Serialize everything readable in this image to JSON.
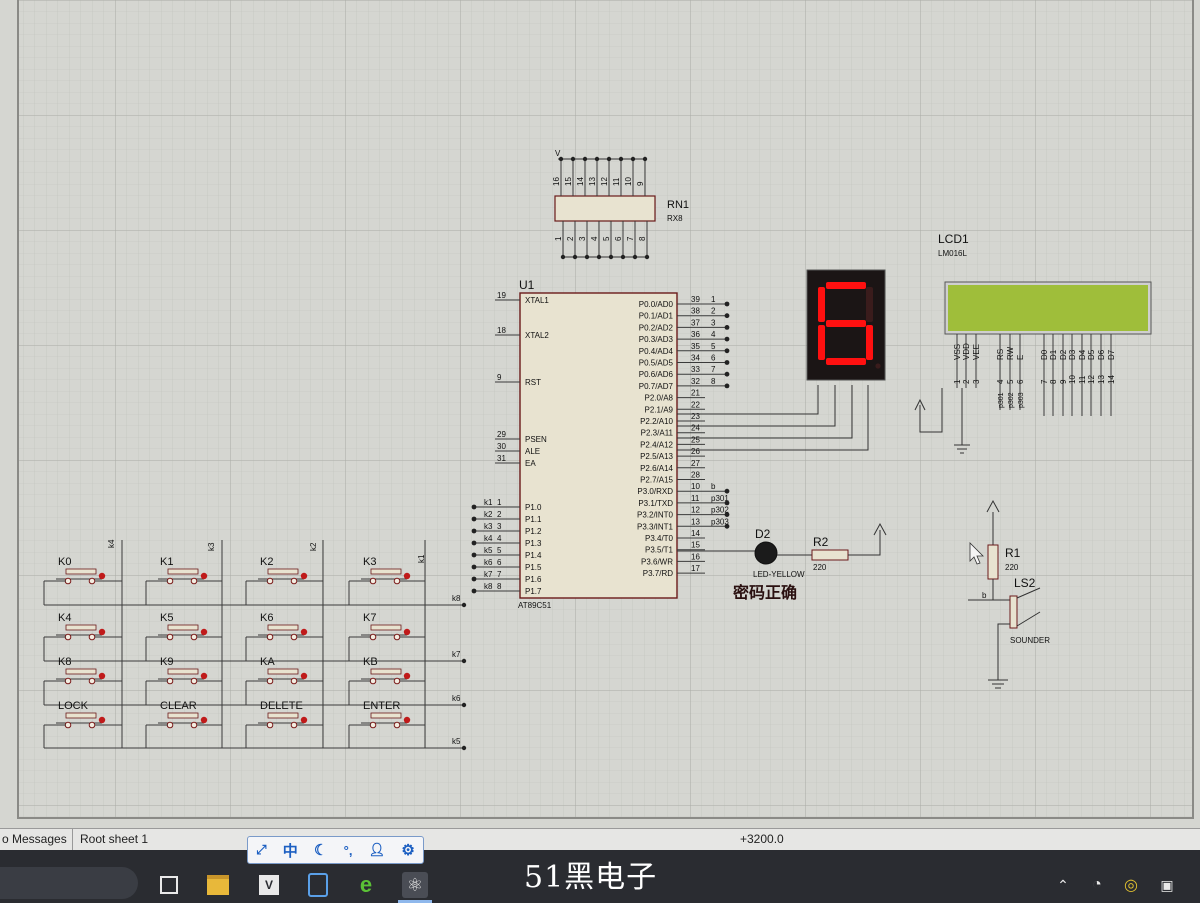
{
  "status_bar": {
    "messages_tab": "o Messages",
    "sheet_tab": "Root sheet 1",
    "coordinate": "+3200.0"
  },
  "ime_toolbar": {
    "mode_label": "中"
  },
  "watermark": "51黑电子",
  "schematic": {
    "mcu": {
      "ref": "U1",
      "part": "AT89C51",
      "left_pins": [
        {
          "num": "19",
          "name": "XTAL1"
        },
        {
          "num": "18",
          "name": "XTAL2"
        },
        {
          "num": "9",
          "name": "RST"
        },
        {
          "num": "29",
          "name": "PSEN"
        },
        {
          "num": "30",
          "name": "ALE"
        },
        {
          "num": "31",
          "name": "EA"
        },
        {
          "num": "1",
          "name": "P1.0",
          "net": "k1"
        },
        {
          "num": "2",
          "name": "P1.1",
          "net": "k2"
        },
        {
          "num": "3",
          "name": "P1.2",
          "net": "k3"
        },
        {
          "num": "4",
          "name": "P1.3",
          "net": "k4"
        },
        {
          "num": "5",
          "name": "P1.4",
          "net": "k5"
        },
        {
          "num": "6",
          "name": "P1.5",
          "net": "k6"
        },
        {
          "num": "7",
          "name": "P1.6",
          "net": "k7"
        },
        {
          "num": "8",
          "name": "P1.7",
          "net": "k8"
        }
      ],
      "right_pins": [
        {
          "num": "39",
          "name": "P0.0/AD0",
          "ext": "1"
        },
        {
          "num": "38",
          "name": "P0.1/AD1",
          "ext": "2"
        },
        {
          "num": "37",
          "name": "P0.2/AD2",
          "ext": "3"
        },
        {
          "num": "36",
          "name": "P0.3/AD3",
          "ext": "4"
        },
        {
          "num": "35",
          "name": "P0.4/AD4",
          "ext": "5"
        },
        {
          "num": "34",
          "name": "P0.5/AD5",
          "ext": "6"
        },
        {
          "num": "33",
          "name": "P0.6/AD6",
          "ext": "7"
        },
        {
          "num": "32",
          "name": "P0.7/AD7",
          "ext": "8"
        },
        {
          "num": "21",
          "name": "P2.0/A8"
        },
        {
          "num": "22",
          "name": "P2.1/A9"
        },
        {
          "num": "23",
          "name": "P2.2/A10"
        },
        {
          "num": "24",
          "name": "P2.3/A11"
        },
        {
          "num": "25",
          "name": "P2.4/A12"
        },
        {
          "num": "26",
          "name": "P2.5/A13"
        },
        {
          "num": "27",
          "name": "P2.6/A14"
        },
        {
          "num": "28",
          "name": "P2.7/A15"
        },
        {
          "num": "10",
          "name": "P3.0/RXD",
          "ext": "b"
        },
        {
          "num": "11",
          "name": "P3.1/TXD",
          "ext": "p301"
        },
        {
          "num": "12",
          "name": "P3.2/INT0",
          "ext": "p302"
        },
        {
          "num": "13",
          "name": "P3.3/INT1",
          "ext": "p303"
        },
        {
          "num": "14",
          "name": "P3.4/T0"
        },
        {
          "num": "15",
          "name": "P3.5/T1"
        },
        {
          "num": "16",
          "name": "P3.6/WR"
        },
        {
          "num": "17",
          "name": "P3.7/RD"
        }
      ]
    },
    "resistor_network": {
      "ref": "RN1",
      "part": "RX8",
      "supply": "V",
      "top_pins": [
        "16",
        "15",
        "14",
        "13",
        "12",
        "11",
        "10",
        "9"
      ],
      "bottom_pins": [
        "1",
        "2",
        "3",
        "4",
        "5",
        "6",
        "7",
        "8"
      ]
    },
    "seven_segment": {
      "digit": "6",
      "color": "#ff1010"
    },
    "lcd": {
      "ref": "LCD1",
      "part": "LM016L",
      "screen_color": "#9fbe3a",
      "pins": [
        "VSS",
        "VDD",
        "VEE",
        "RS",
        "RW",
        "E",
        "D0",
        "D1",
        "D2",
        "D3",
        "D4",
        "D5",
        "D6",
        "D7"
      ],
      "pin_numbers": [
        "1",
        "2",
        "3",
        "4",
        "5",
        "6",
        "7",
        "8",
        "9",
        "10",
        "11",
        "12",
        "13",
        "14"
      ],
      "nets": [
        "p301",
        "p302",
        "p303"
      ]
    },
    "led": {
      "ref": "D2",
      "part": "LED-YELLOW"
    },
    "r2": {
      "ref": "R2",
      "value": "220"
    },
    "r1": {
      "ref": "R1",
      "value": "220"
    },
    "sounder": {
      "ref": "LS2",
      "part": "SOUNDER",
      "net": "b"
    },
    "caption": "密码正确",
    "keypad": {
      "keys": [
        [
          "K0",
          "K1",
          "K2",
          "K3"
        ],
        [
          "K4",
          "K5",
          "K6",
          "K7"
        ],
        [
          "K8",
          "K9",
          "KA",
          "KB"
        ],
        [
          "LOCK",
          "CLEAR",
          "DELETE",
          "ENTER"
        ]
      ],
      "col_nets": [
        "k4",
        "k3",
        "k2",
        "k1"
      ],
      "row_nets": [
        "k8",
        "k7",
        "k6",
        "k5"
      ]
    },
    "colors": {
      "wire": "#3a3a3a",
      "component_fill": "#e9e2cf",
      "component_stroke": "#7a1414",
      "grid": "#b8bab4"
    }
  }
}
